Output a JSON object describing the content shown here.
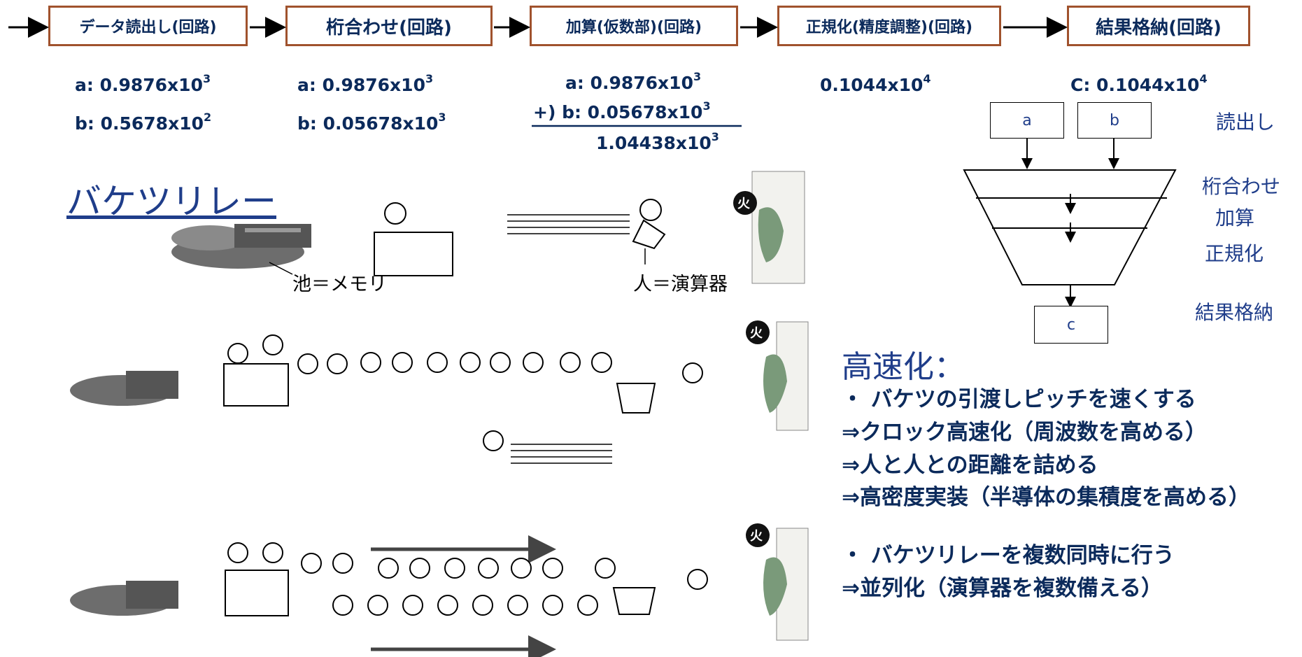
{
  "pipeline": {
    "stages": [
      "データ読出し(回路)",
      "桁合わせ(回路)",
      "加算(仮数部)(回路)",
      "正規化(精度調整)(回路)",
      "結果格納(回路)"
    ]
  },
  "numbers": {
    "read_a": "a: 0.9876x10",
    "read_a_exp": "3",
    "read_b": "b: 0.5678x10",
    "read_b_exp": "2",
    "align_a": "a: 0.9876x10",
    "align_a_exp": "3",
    "align_b": "b: 0.05678x10",
    "align_b_exp": "3",
    "add_a": "a: 0.9876x10",
    "add_a_exp": "3",
    "add_b": "+) b: 0.05678x10",
    "add_b_exp": "3",
    "add_sum": "1.04438x10",
    "add_sum_exp": "3",
    "norm": "0.1044x10",
    "norm_exp": "4",
    "store": "C: 0.1044x10",
    "store_exp": "4"
  },
  "bucket_relay": {
    "title": "バケツリレー",
    "pond_label": "池＝メモリ",
    "person_label": "人＝演算器",
    "fire_glyph": "火"
  },
  "hw_diagram": {
    "box_a": "a",
    "box_b": "b",
    "box_c": "c",
    "labels": [
      "読出し",
      "桁合わせ",
      "加算",
      "正規化",
      "結果格納"
    ]
  },
  "speedup": {
    "title": "高速化：",
    "lines": [
      "・ バケツの引渡しピッチを速くする",
      "⇒クロック高速化（周波数を高める）",
      "⇒人と人との距離を詰める",
      "⇒高密度実装（半導体の集積度を高める）",
      "・  バケツリレーを複数同時に行う",
      "⇒並列化（演算器を複数備える）"
    ]
  }
}
